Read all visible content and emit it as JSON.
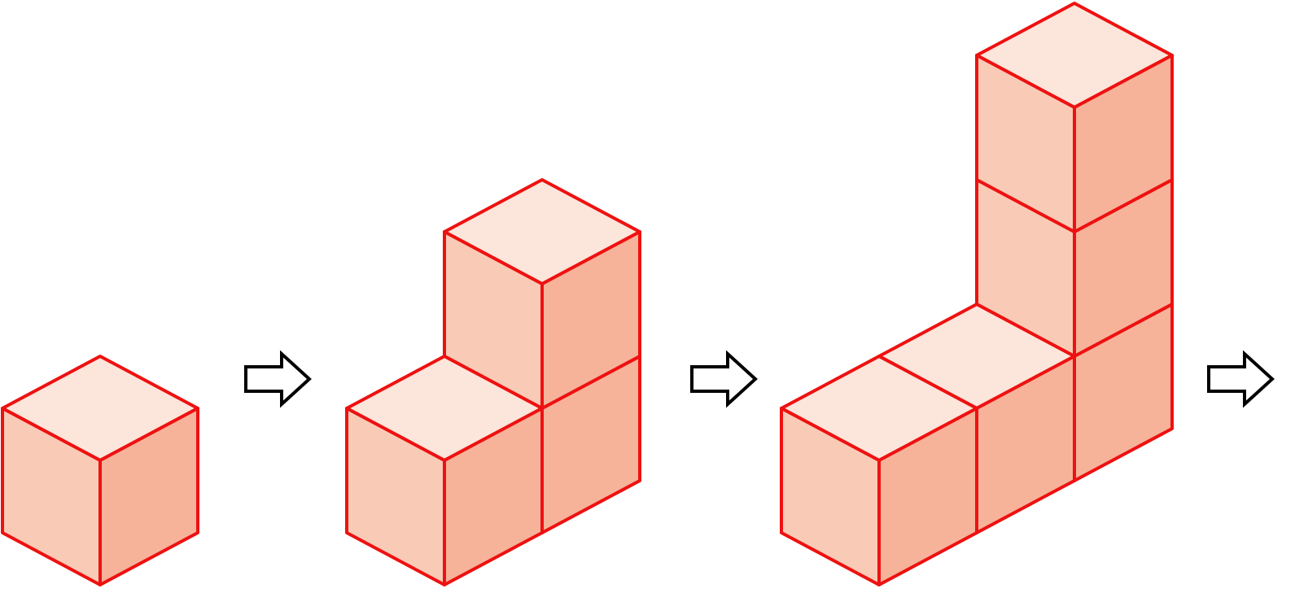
{
  "colors": {
    "edge": "#ee1111",
    "top": "#fce5da",
    "left": "#f9cbb6",
    "right": "#f6b39a",
    "arrow_stroke": "#000000",
    "arrow_fill": "#ffffff",
    "background": "#ffffff"
  },
  "figures": [
    {
      "name": "stage-1",
      "cube_count": 1,
      "cubes": [
        [
          0,
          0,
          0
        ]
      ]
    },
    {
      "name": "stage-2",
      "cube_count": 3,
      "cubes": [
        [
          0,
          0,
          0
        ],
        [
          0,
          1,
          0
        ],
        [
          0,
          1,
          1
        ]
      ]
    },
    {
      "name": "stage-3",
      "cube_count": 5,
      "cubes": [
        [
          0,
          0,
          0
        ],
        [
          0,
          1,
          0
        ],
        [
          0,
          2,
          0
        ],
        [
          0,
          2,
          1
        ],
        [
          0,
          2,
          2
        ]
      ]
    }
  ],
  "arrows": [
    {
      "name": "arrow-1",
      "icon": "right-arrow-icon"
    },
    {
      "name": "arrow-2",
      "icon": "right-arrow-icon"
    },
    {
      "name": "arrow-3",
      "icon": "right-arrow-icon"
    }
  ]
}
